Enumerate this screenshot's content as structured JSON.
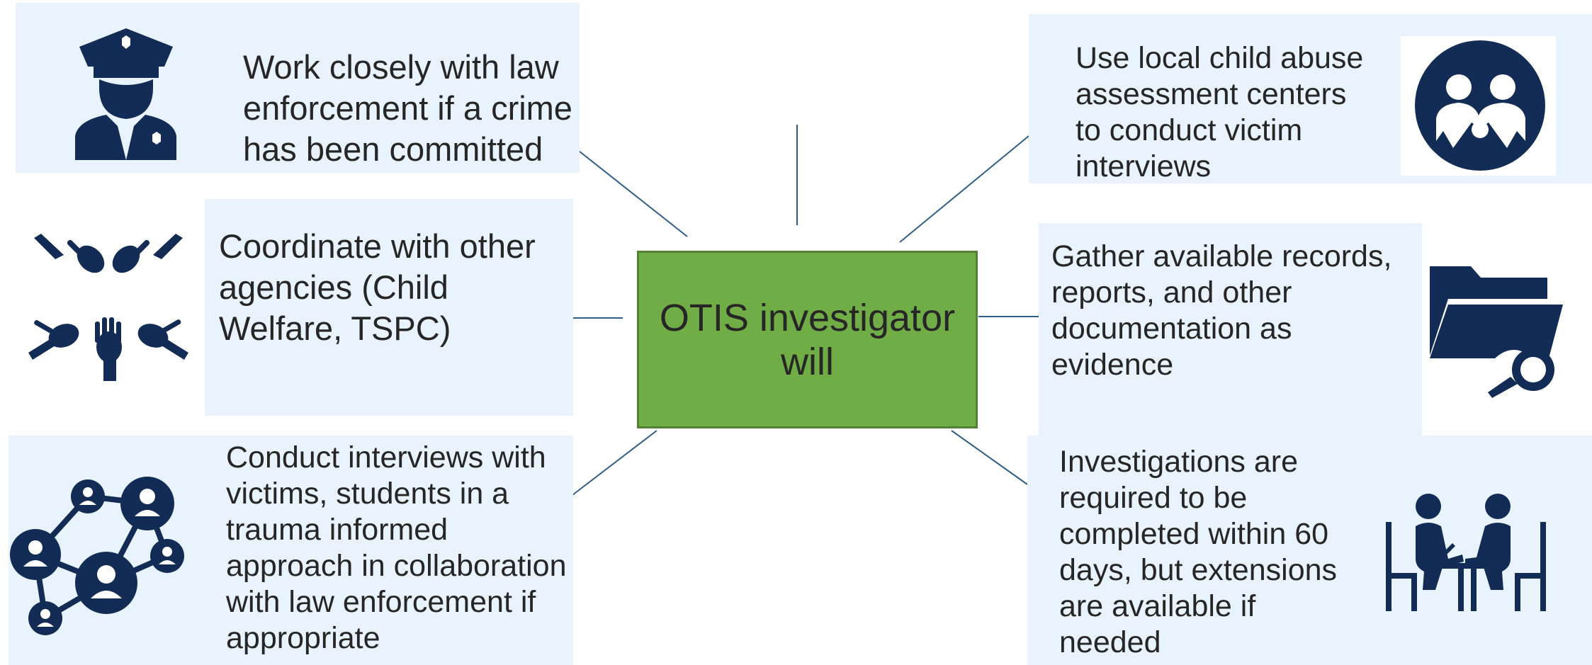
{
  "center": {
    "label": "OTIS investigator\nwill"
  },
  "items": [
    {
      "id": "law-enforcement",
      "text": "Work closely with law\nenforcement if a crime\nhas been committed",
      "icon": "police-officer-icon"
    },
    {
      "id": "coordinate",
      "text": "Coordinate with other\nagencies (Child\nWelfare, TSPC)",
      "icon": "helping-hands-icon"
    },
    {
      "id": "interviews",
      "text": "Conduct interviews with\nvictims, students in a\ntrauma informed\napproach in collaboration\nwith law enforcement if\nappropriate",
      "icon": "network-people-icon"
    },
    {
      "id": "assessment-centers",
      "text": "Use local child abuse\nassessment centers\nto conduct victim\ninterviews",
      "icon": "family-icon"
    },
    {
      "id": "records",
      "text": "Gather available records,\nreports, and other\ndocumentation as\nevidence",
      "icon": "folder-search-icon"
    },
    {
      "id": "timeline",
      "text": "Investigations are\nrequired to be\ncompleted within 60\ndays, but extensions\nare available if\nneeded",
      "icon": "meeting-table-icon"
    }
  ],
  "colors": {
    "box_fill": "#e8f3fd",
    "center_fill": "#70ad47",
    "center_border": "#548235",
    "icon_fill": "#132c55",
    "connector": "#2e5d8a"
  }
}
